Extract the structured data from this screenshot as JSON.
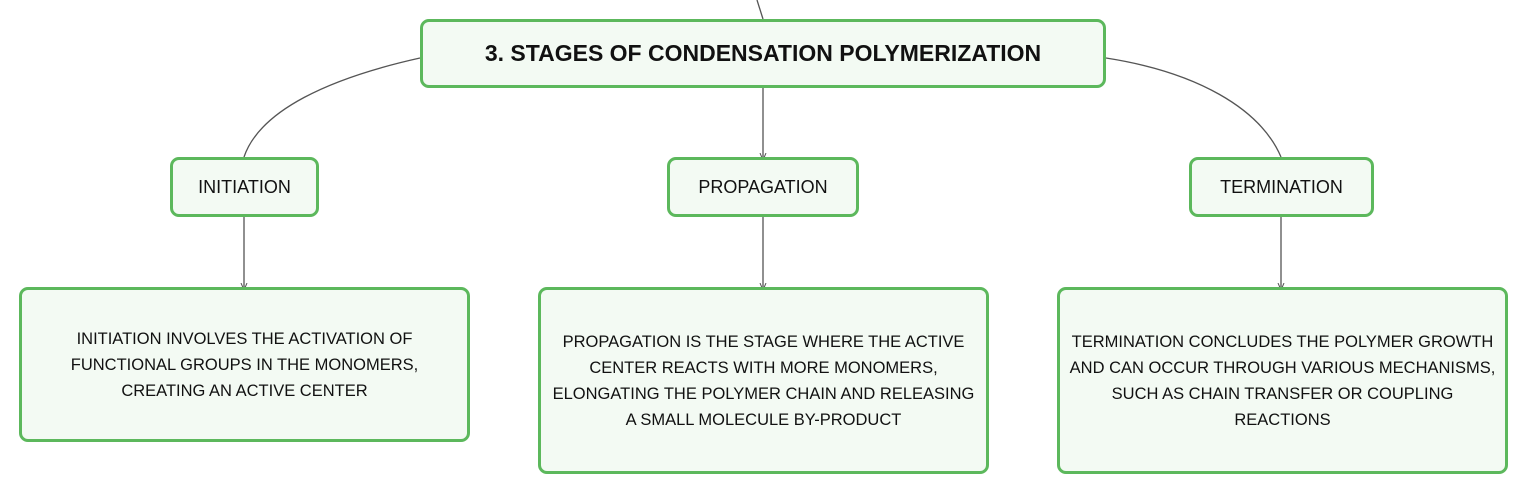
{
  "diagram": {
    "title": "3. STAGES OF CONDENSATION POLYMERIZATION",
    "stages": [
      {
        "label": "INITIATION",
        "description": "INITIATION INVOLVES THE ACTIVATION OF FUNCTIONAL GROUPS IN THE MONOMERS, CREATING AN ACTIVE CENTER"
      },
      {
        "label": "PROPAGATION",
        "description": "PROPAGATION IS THE STAGE WHERE THE ACTIVE CENTER REACTS WITH MORE MONOMERS, ELONGATING THE POLYMER CHAIN AND RELEASING A SMALL MOLECULE BY-PRODUCT"
      },
      {
        "label": "TERMINATION",
        "description": "TERMINATION CONCLUDES THE POLYMER GROWTH AND CAN OCCUR THROUGH VARIOUS MECHANISMS, SUCH AS CHAIN TRANSFER OR COUPLING REACTIONS"
      }
    ]
  },
  "colors": {
    "node_border": "#5cb85c",
    "node_fill": "#f3faf3",
    "connector": "#555555",
    "text": "#111111"
  }
}
